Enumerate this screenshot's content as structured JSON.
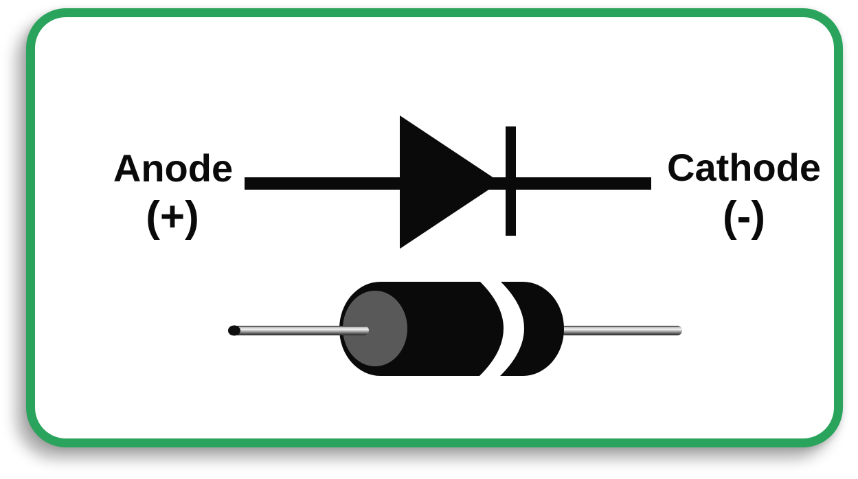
{
  "title": "Diode polarity diagram",
  "labels": {
    "anode": "Anode",
    "anode_sign": "(+)",
    "cathode": "Cathode",
    "cathode_sign": "(-)"
  },
  "colors": {
    "accent": "#2aa35c",
    "ink": "#0a0a0a",
    "page_bg": "#ffffff",
    "card_bg": "#ffffff",
    "cap_gray": "#595959",
    "band_white": "#ffffff",
    "lead_tip_dark": "#0f0f0f"
  },
  "parts": {
    "schematic_symbol": [
      "lead-line",
      "anode-triangle",
      "cathode-bar"
    ],
    "physical_component": [
      "left-lead-wire",
      "lead-tip",
      "body-cylinder",
      "gray-end-cap",
      "white-cathode-band",
      "right-lead-wire"
    ]
  }
}
